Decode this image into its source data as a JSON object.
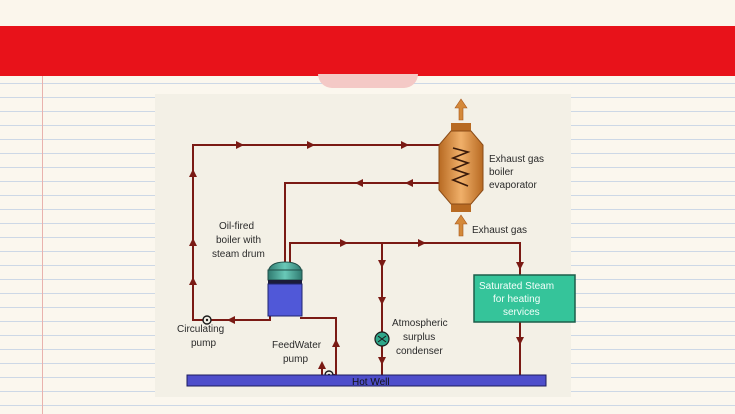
{
  "labels": {
    "evaporator": [
      "Exhaust gas",
      "boiler",
      "evaporator"
    ],
    "exhaust_gas": "Exhaust gas",
    "boiler": [
      "Oil-fired",
      "boiler with",
      "steam drum"
    ],
    "saturated_steam": [
      "Saturated Steam",
      "for heating",
      "services"
    ],
    "condenser": [
      "Atmospheric",
      "surplus",
      "condenser"
    ],
    "feedwater_pump": [
      "FeedWater",
      "pump"
    ],
    "circulating_pump": [
      "Circulating",
      "pump"
    ],
    "hot_well": "Hot Well"
  },
  "colors": {
    "pipe": "#7a1a14",
    "header_band": "#e8121a",
    "boiler_body": "#5058d8",
    "saturated_box": "#35c49a",
    "hot_well_bar": "#4e4ecb",
    "evaporator_body": "#d4893a"
  }
}
